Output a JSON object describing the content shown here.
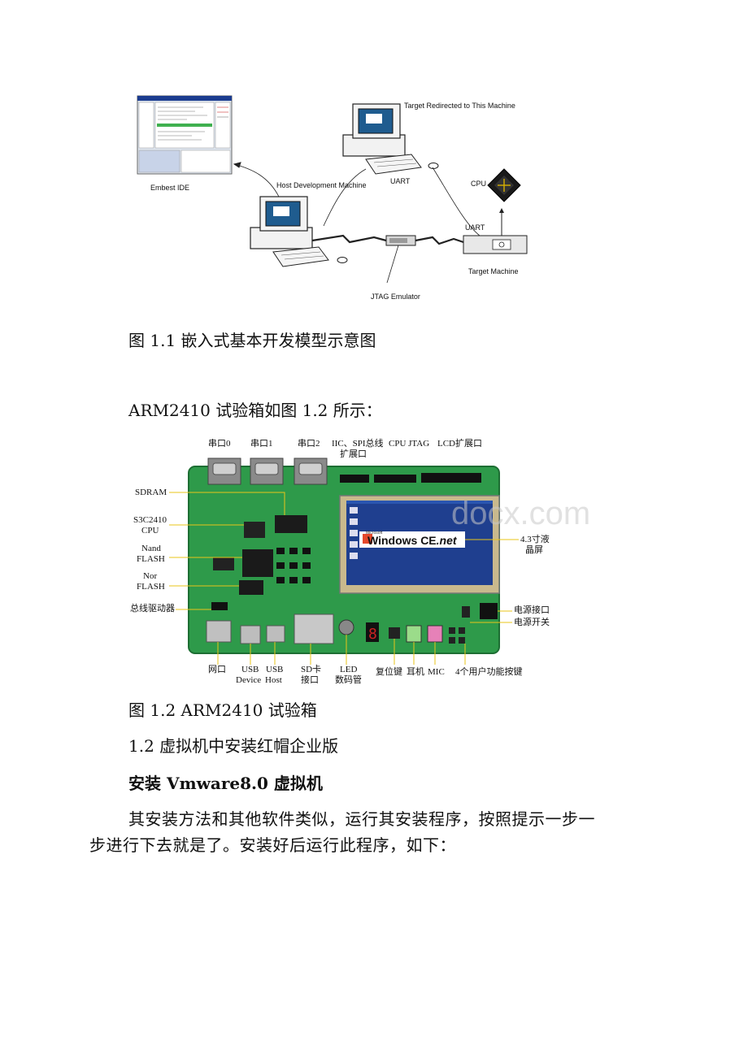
{
  "figure1": {
    "labels": {
      "embest_ide": "Embest IDE",
      "host_dev": "Host Development Machine",
      "target_redirected": "Target Redirected to This Machine",
      "uart_top": "UART",
      "uart_bottom": "UART",
      "cpu": "CPU",
      "target_machine": "Target Machine",
      "jtag_emulator": "JTAG Emulator"
    },
    "caption": "图 1.1 嵌入式基本开发模型示意图"
  },
  "intro_text": "ARM2410 试验箱如图 1.2 所示：",
  "figure2": {
    "top_labels": {
      "serial0": "串口0",
      "serial1": "串口1",
      "serial2": "串口2",
      "iic_spi_line1": "IIC、SPI总线",
      "iic_spi_line2": "扩展口",
      "cpu_jtag": "CPU JTAG",
      "lcd_ext": "LCD扩展口"
    },
    "left_labels": {
      "sdram": "SDRAM",
      "cpu_line1": "S3C2410",
      "cpu_line2": "CPU",
      "nand_line1": "Nand",
      "nand_line2": "FLASH",
      "nor_line1": "Nor",
      "nor_line2": "FLASH",
      "bus_driver": "总线驱动器"
    },
    "right_labels": {
      "lcd_line1": "4.3寸液",
      "lcd_line2": "晶屏",
      "power_port": "电源接口",
      "power_switch": "电源开关"
    },
    "bottom_labels": {
      "net": "网口",
      "usb_dev_line1": "USB",
      "usb_dev_line2": "Device",
      "usb_host_line1": "USB",
      "usb_host_line2": "Host",
      "sd_line1": "SD卡",
      "sd_line2": "接口",
      "led_line1": "LED",
      "led_line2": "数码管",
      "reset": "复位键",
      "earphone": "耳机",
      "mic": "MIC",
      "user_keys": "4个用户功能按键"
    },
    "screen": {
      "brand_small": "Microsoft",
      "brand": "Windows CE",
      "brand_suffix": ".net",
      "watermark": "docx.com"
    },
    "caption": "图 1.2 ARM2410 试验箱"
  },
  "section_heading": "1.2 虚拟机中安装红帽企业版",
  "subheading": "安装 Vmware8.0 虚拟机",
  "body_line1": "其安装方法和其他软件类似，运行其安装程序，按照提示一步一",
  "body_line2": "步进行下去就是了。安装好后运行此程序，如下：",
  "colors": {
    "board_green": "#2e9a4a",
    "screen_blue": "#1f3f8f",
    "text": "#111111"
  }
}
